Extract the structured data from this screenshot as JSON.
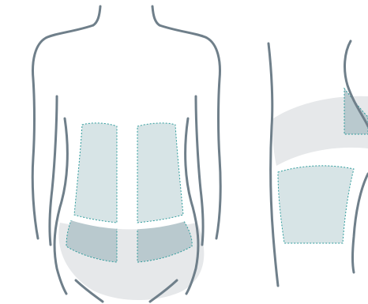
{
  "colors": {
    "background": "#ffffff",
    "outline": "#6f7f8a",
    "region_fill": "#e6e8ea",
    "zone_light": "#d7e4e6",
    "zone_dark": "#b9c9ce",
    "zone_border": "#2f9c9c"
  },
  "figures": [
    {
      "name": "back-view-torso",
      "zones": [
        "upper-left-back-zone",
        "upper-right-back-zone",
        "lower-left-back-zone",
        "lower-right-back-zone"
      ]
    },
    {
      "name": "side-view-hip",
      "zones": [
        "side-upper-zone",
        "thigh-front-zone"
      ]
    }
  ]
}
